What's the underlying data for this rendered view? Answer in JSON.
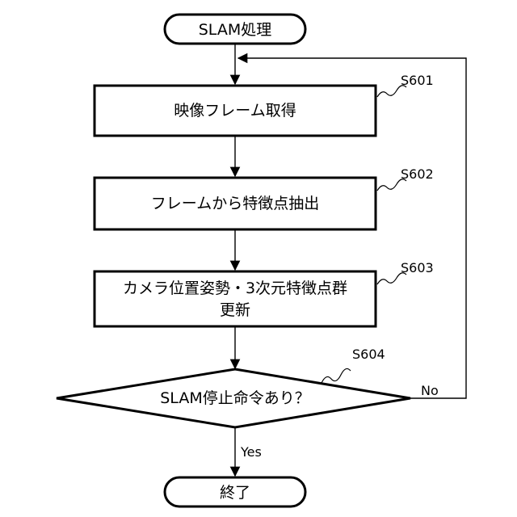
{
  "flowchart": {
    "start": {
      "label": "SLAM処理"
    },
    "steps": [
      {
        "id": "S601",
        "lines": [
          "映像フレーム取得"
        ]
      },
      {
        "id": "S602",
        "lines": [
          "フレームから特徴点抽出"
        ]
      },
      {
        "id": "S603",
        "lines": [
          "カメラ位置姿勢・3次元特徴点群",
          "更新"
        ]
      }
    ],
    "decision": {
      "id": "S604",
      "label": "SLAM停止命令あり？",
      "yes_label": "Yes",
      "no_label": "No"
    },
    "end": {
      "label": "終了"
    }
  }
}
